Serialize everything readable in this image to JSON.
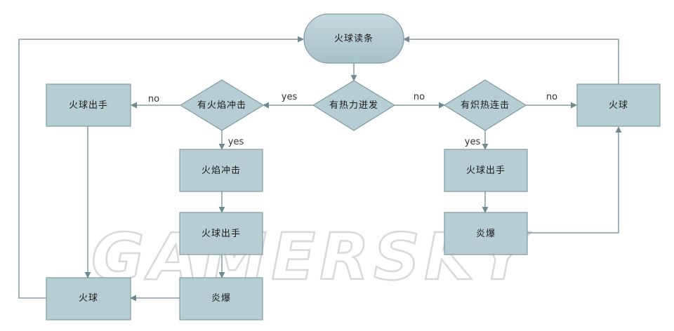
{
  "nodes": {
    "start": "火球读条",
    "hot_burst": "有热力迸发",
    "flame_strike_check": "有火焰冲击",
    "blazing_combo_check": "有炽热连击",
    "left_fireball_cast": "火球出手",
    "flame_strike": "火焰冲击",
    "mid_fireball_cast": "火球出手",
    "mid_crit": "炎爆",
    "bottom_fireball": "火球",
    "right_fireball_cast": "火球出手",
    "right_crit": "炎爆",
    "right_fireball": "火球"
  },
  "edge_labels": {
    "hot_burst_yes": "yes",
    "hot_burst_no": "no",
    "flame_check_no": "no",
    "flame_check_yes": "yes",
    "blazing_check_no": "no",
    "blazing_check_yes": "yes"
  },
  "watermark": "GAMERSKY",
  "colors": {
    "node_fill": "#b5cdd3",
    "node_stroke": "#7f9ca3",
    "edge": "#6d8a92"
  }
}
